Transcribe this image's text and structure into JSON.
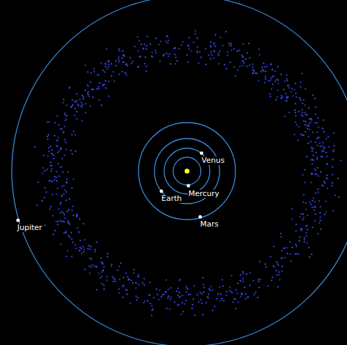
{
  "diagram": {
    "labels": [
      "Venus",
      "Mercury",
      "Earth",
      "Mars",
      "Jupiter"
    ]
  }
}
